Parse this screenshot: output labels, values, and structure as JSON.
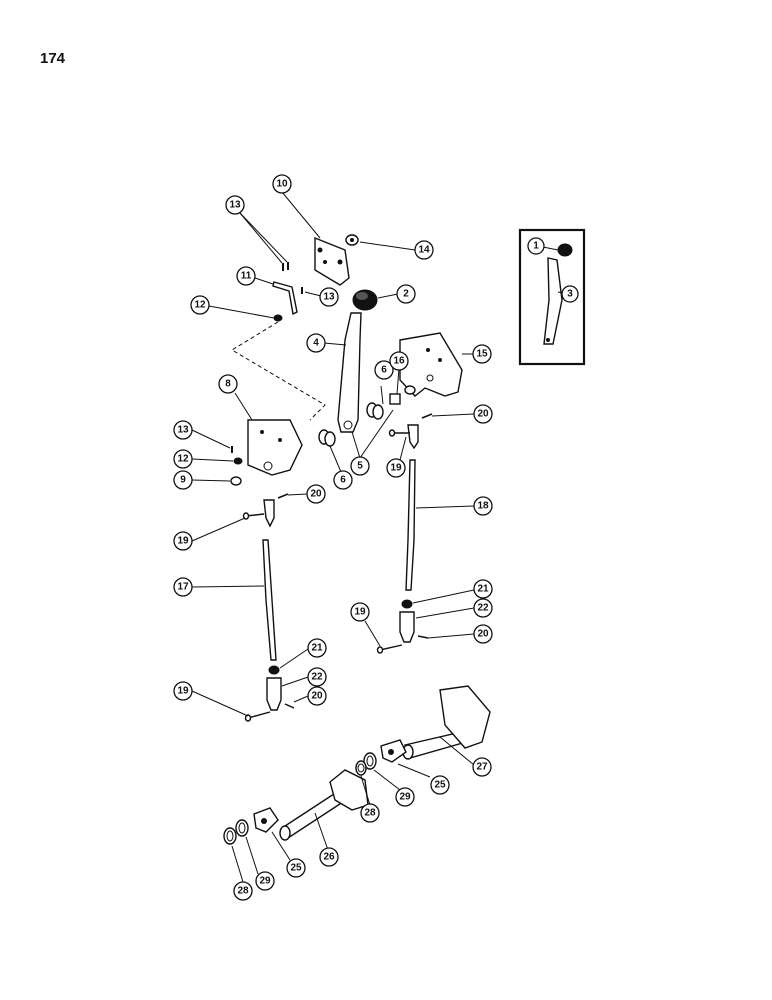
{
  "page": {
    "number": "174"
  },
  "callouts": [
    {
      "id": "1",
      "label": "1"
    },
    {
      "id": "2",
      "label": "2"
    },
    {
      "id": "3",
      "label": "3"
    },
    {
      "id": "4",
      "label": "4"
    },
    {
      "id": "5",
      "label": "5"
    },
    {
      "id": "6a",
      "label": "6"
    },
    {
      "id": "6b",
      "label": "6"
    },
    {
      "id": "8",
      "label": "8"
    },
    {
      "id": "9",
      "label": "9"
    },
    {
      "id": "10",
      "label": "10"
    },
    {
      "id": "11",
      "label": "11"
    },
    {
      "id": "12a",
      "label": "12"
    },
    {
      "id": "12b",
      "label": "12"
    },
    {
      "id": "13a",
      "label": "13"
    },
    {
      "id": "13b",
      "label": "13"
    },
    {
      "id": "13c",
      "label": "13"
    },
    {
      "id": "14",
      "label": "14"
    },
    {
      "id": "15",
      "label": "15"
    },
    {
      "id": "16",
      "label": "16"
    },
    {
      "id": "17",
      "label": "17"
    },
    {
      "id": "18",
      "label": "18"
    },
    {
      "id": "19a",
      "label": "19"
    },
    {
      "id": "19b",
      "label": "19"
    },
    {
      "id": "19c",
      "label": "19"
    },
    {
      "id": "19d",
      "label": "19"
    },
    {
      "id": "20a",
      "label": "20"
    },
    {
      "id": "20b",
      "label": "20"
    },
    {
      "id": "20c",
      "label": "20"
    },
    {
      "id": "20d",
      "label": "20"
    },
    {
      "id": "21a",
      "label": "21"
    },
    {
      "id": "21b",
      "label": "21"
    },
    {
      "id": "22a",
      "label": "22"
    },
    {
      "id": "22b",
      "label": "22"
    },
    {
      "id": "25a",
      "label": "25"
    },
    {
      "id": "25b",
      "label": "25"
    },
    {
      "id": "26",
      "label": "26"
    },
    {
      "id": "27",
      "label": "27"
    },
    {
      "id": "28a",
      "label": "28"
    },
    {
      "id": "28b",
      "label": "28"
    },
    {
      "id": "29a",
      "label": "29"
    },
    {
      "id": "29b",
      "label": "29"
    }
  ]
}
